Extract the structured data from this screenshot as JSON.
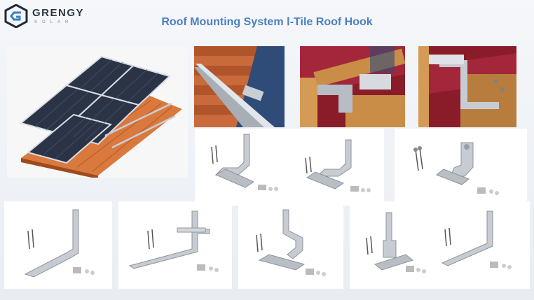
{
  "logo": {
    "name": "GRENGY",
    "sub": "SOLAR"
  },
  "title": "Roof Mounting System Ⅰ-Tile Roof Hook"
}
